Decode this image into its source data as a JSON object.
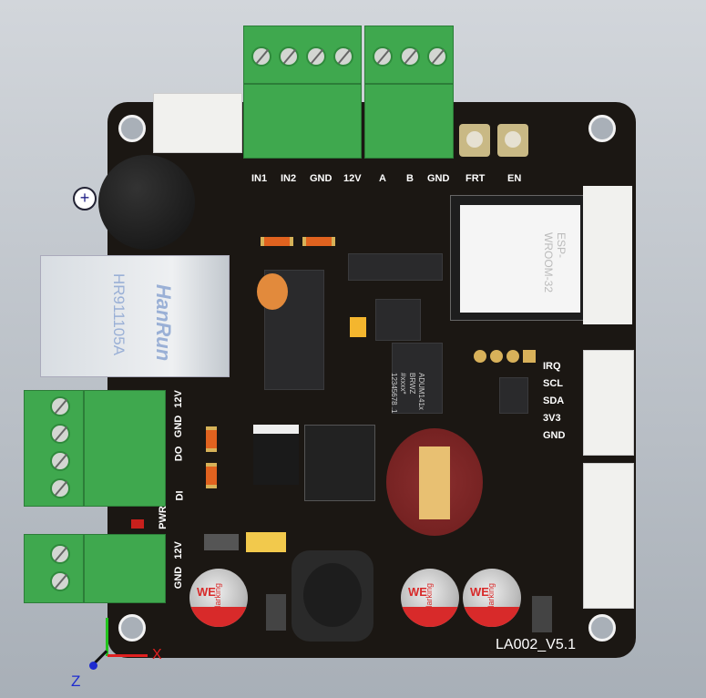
{
  "board": {
    "version": "LA002_V5.1"
  },
  "top_labels": [
    "IN1",
    "IN2",
    "GND",
    "12V",
    "A",
    "B",
    "GND",
    "FRT",
    "EN"
  ],
  "right_labels": [
    "IRQ",
    "SCL",
    "SDA",
    "3V3",
    "GND"
  ],
  "left_labels_1": [
    "12V",
    "GND",
    "DO",
    "DI"
  ],
  "pwr_label": "PWR",
  "left_labels_2": [
    "12V",
    "GND"
  ],
  "rj45": {
    "brand": "HanRun",
    "model": "HR911105A"
  },
  "esp": {
    "label": "ESP-WROOM-32"
  },
  "isolator": {
    "line1": "ADUM141x",
    "line2": "BRWZ",
    "line3": "#xxxx*",
    "line4": "12345678 .1"
  },
  "capacitors": [
    {
      "brand": "WE",
      "label": "Marking"
    },
    {
      "brand": "WE",
      "label": "Marking"
    },
    {
      "brand": "WE",
      "label": "Marking"
    }
  ],
  "buzzer": {
    "symbol": "+"
  },
  "axes": {
    "x": "X",
    "z": "Z"
  },
  "colors": {
    "board": "#1b1713",
    "terminal": "#3fa84e",
    "pad": "#d8b15a"
  }
}
